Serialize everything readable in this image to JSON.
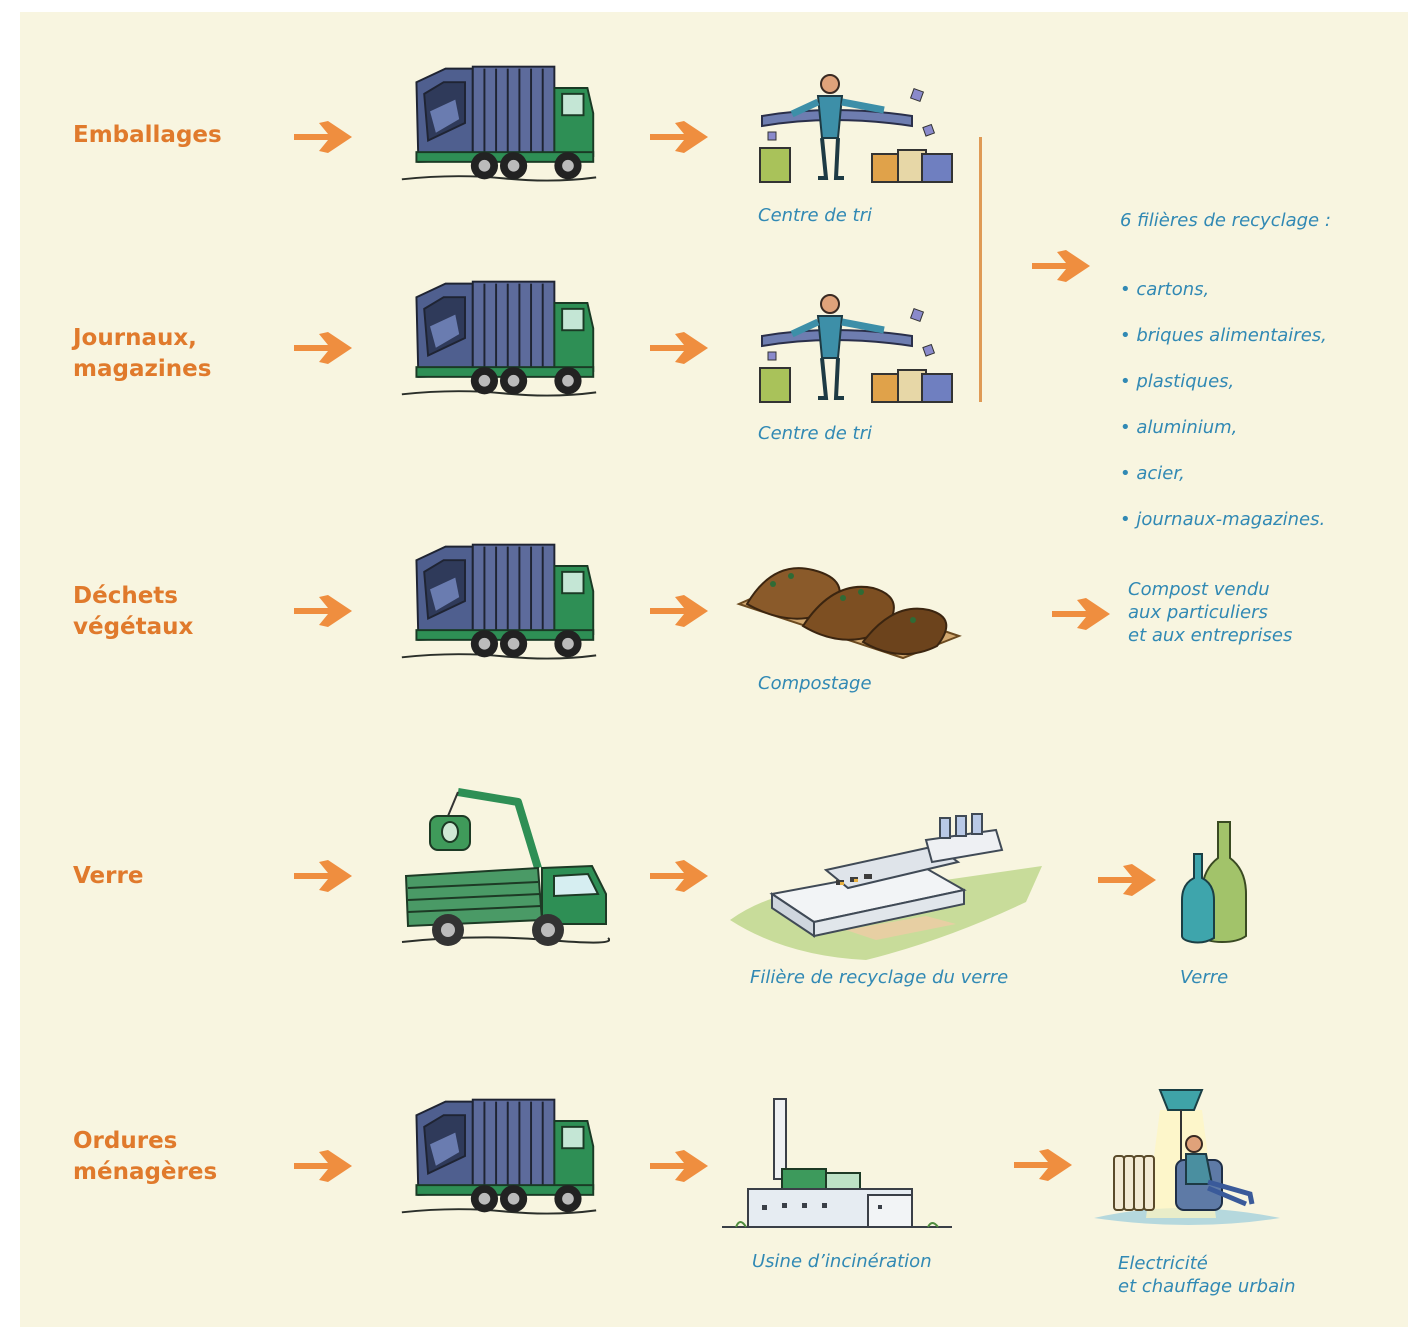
{
  "rows": {
    "emballages": {
      "label": "Emballages",
      "caption": "Centre de tri"
    },
    "journaux": {
      "label": "Journaux,\nmagazines",
      "caption": "Centre de tri"
    },
    "dechets": {
      "label": "Déchets\nvégétaux",
      "caption": "Compostage",
      "result": "Compost vendu\naux particuliers\net aux entreprises"
    },
    "verre": {
      "label": "Verre",
      "caption": "Filière de recyclage du verre",
      "result": "Verre"
    },
    "ordures": {
      "label": "Ordures\nménagères",
      "caption": "Usine d’incinération",
      "result": "Electricité\net chauffage urbain"
    }
  },
  "recyclage": {
    "title": "6 filières de recyclage :",
    "items": [
      "• cartons,",
      "• briques alimentaires,",
      "• plastiques,",
      "• aluminium,",
      "• acier,",
      "• journaux-magazines."
    ]
  },
  "colors": {
    "background": "#f8f5e0",
    "label": "#e07a2c",
    "caption": "#3189b4",
    "arrow": "#ef8e3f",
    "separator": "#df9a55"
  }
}
